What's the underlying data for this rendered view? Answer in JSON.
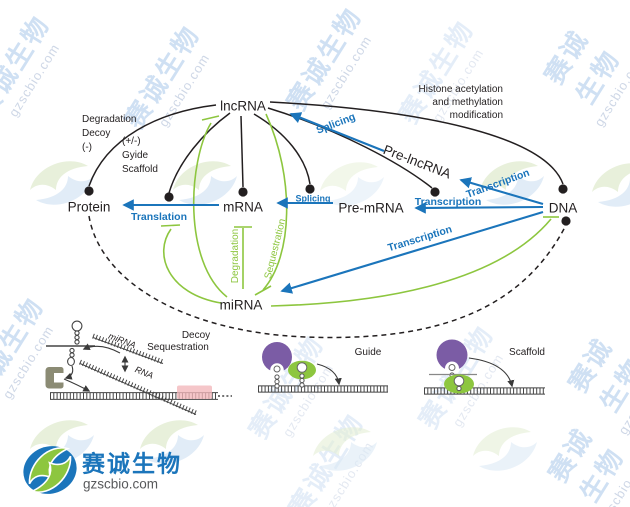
{
  "nodes": {
    "lncrna": "lncRNA",
    "protein": "Protein",
    "mrna": "mRNA",
    "pre_mrna": "Pre-mRNA",
    "pre_lncrna": "Pre-lncRNA",
    "dna": "DNA",
    "mirna": "miRNA"
  },
  "process_labels": {
    "translation": "Translation",
    "splicing_pre_mrna": "Splicing",
    "splicing_pre_lncrna": "Splicing",
    "transcription_pre_mrna": "Transcription",
    "transcription_pre_lncrna": "Transcription",
    "transcription_mirna": "Transcription",
    "degradation": "Degradation",
    "sequestration": "Sequestration"
  },
  "annotations": {
    "histone_line1": "Histone acetylation",
    "histone_line2": "and methylation",
    "histone_line3": "modification",
    "protein_reg_line1": "Degradation",
    "protein_reg_line2": "Decoy",
    "protein_reg_line3": "(-)",
    "mech_line1": "(+/-)",
    "mech_line2": "Gyide",
    "mech_line3": "Scaffold"
  },
  "mechanisms": {
    "decoy": "Decoy",
    "sequestration": "Sequestration",
    "mirna_strand": "miRNA",
    "rna_strand": "RNA",
    "guide": "Guide",
    "scaffold": "Scaffold"
  },
  "branding": {
    "company_cn": "赛诚生物",
    "website": "gzscbio.com"
  },
  "watermark": {
    "text_cn": "赛诚生物",
    "text_site": "gzscbio.com"
  },
  "colors": {
    "arrow_blue": "#1b75bb",
    "inhibit_green": "#8dc63f",
    "line_black": "#231f20",
    "protein_purple": "#7b5ca5",
    "protein_olive": "#8b8b74",
    "highlight_pink": "#f2b6ba",
    "watermark_blue": "#caddf2",
    "logo_blue": "#1b75bb",
    "logo_green": "#8dc63f"
  }
}
